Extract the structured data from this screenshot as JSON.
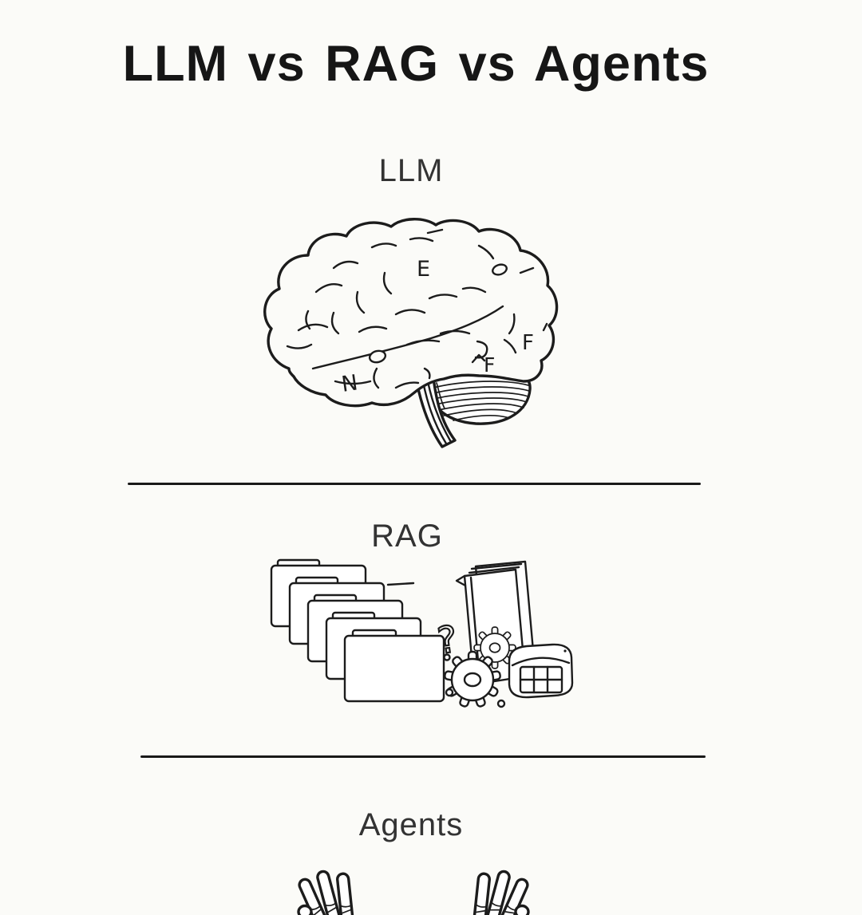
{
  "title": "LLM vs RAG vs Agents",
  "sections": [
    {
      "id": "llm",
      "label": "LLM",
      "illustration": "brain-line-drawing"
    },
    {
      "id": "rag",
      "label": "RAG",
      "illustration": "folder-stack-book-gears-database"
    },
    {
      "id": "agents",
      "label": "Agents",
      "illustration": "two-raised-hands"
    }
  ],
  "brain": {
    "letters": {
      "e": "E",
      "f_right": "F",
      "f_lower": "F",
      "n": "N"
    }
  },
  "rag_art": {
    "question_mark": "?"
  },
  "icons": {
    "llm": [
      "brain-icon"
    ],
    "rag": [
      "folder-stack-icon",
      "open-book-icon",
      "question-mark-icon",
      "gears-icon",
      "database-cylinder-icon"
    ],
    "agents": [
      "left-hand-icon",
      "right-hand-icon"
    ]
  },
  "dividers_count": 2,
  "colors": {
    "background": "#fbfbf8",
    "ink": "#1c1c1c",
    "title": "#161616",
    "heading": "#333333"
  }
}
